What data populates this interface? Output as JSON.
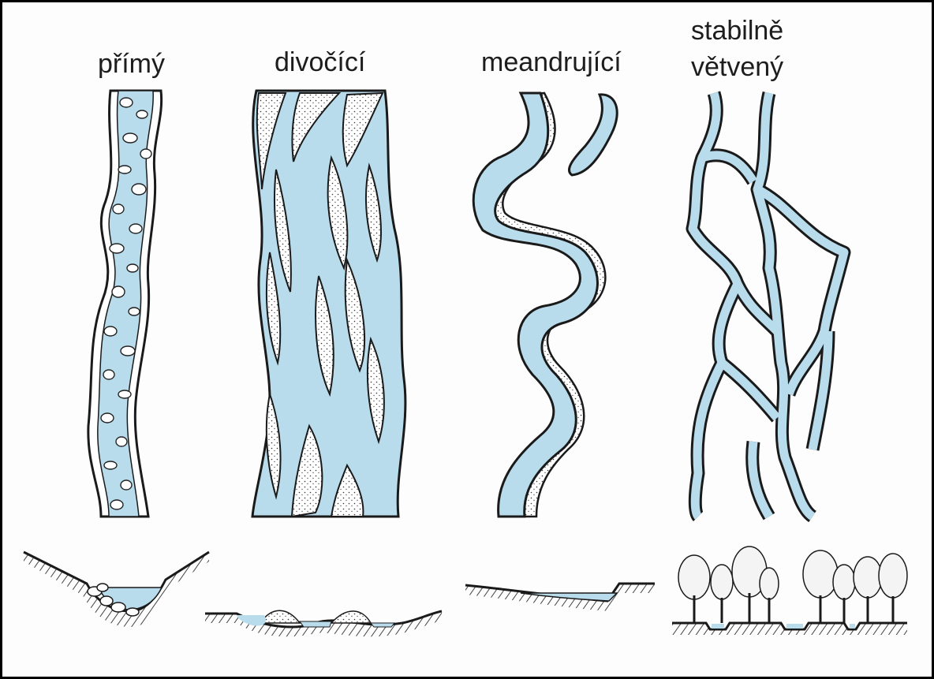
{
  "labels": {
    "straight": "přímý",
    "braided": "divočící",
    "meandering": "meandrující",
    "anastomosing_line1": "stabilně",
    "anastomosing_line2": "větvený"
  },
  "colors": {
    "water": "#b9dcec",
    "outline": "#1a1a1a",
    "sediment": "#ffffff",
    "frame": "#000000"
  }
}
